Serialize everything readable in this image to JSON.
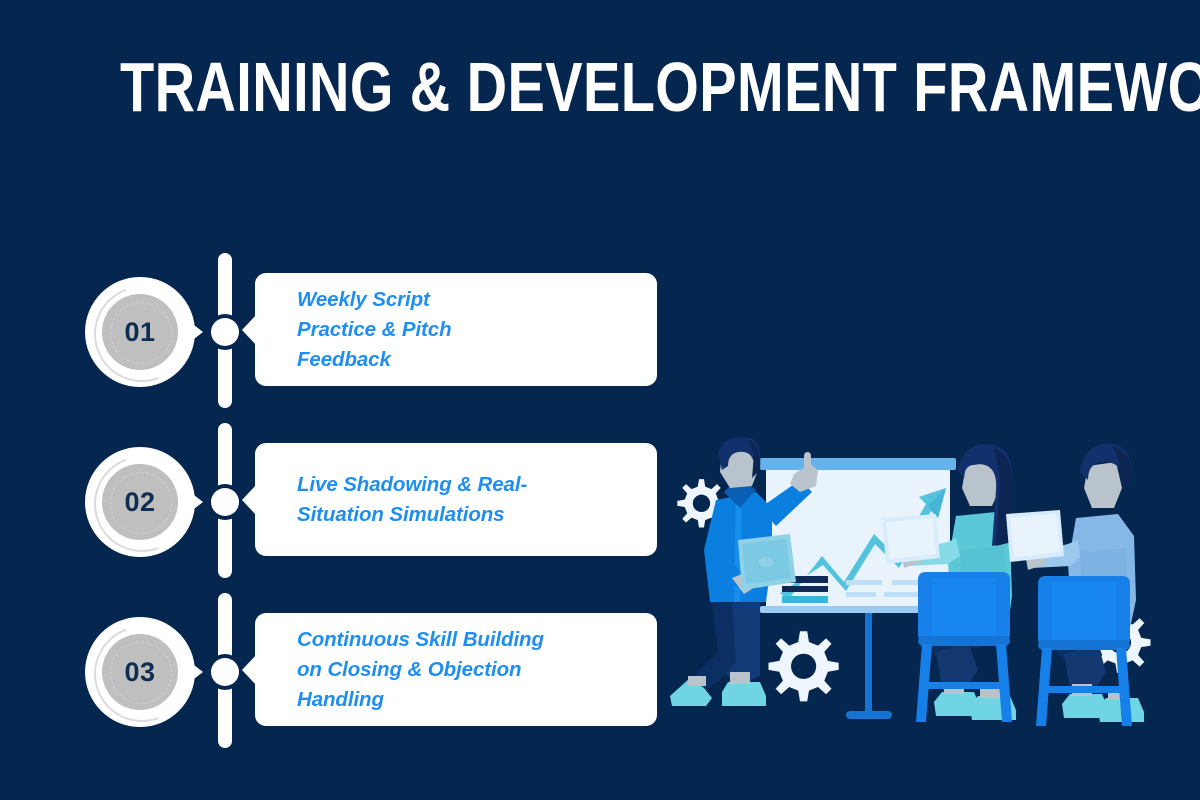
{
  "page": {
    "background_color": "#04264f",
    "title": "TRAINING & DEVELOPMENT FRAMEWORK"
  },
  "theme": {
    "navy_background": "#04264f",
    "card_background": "#ffffff",
    "card_text_blue": "#1f8ef1",
    "badge_gray": "#bfbfbf",
    "badge_number_navy": "#0d2d52",
    "accent_blue": "#0b7fe0",
    "cyan": "#4fc3e0",
    "gear_white": "#eef5fb"
  },
  "timeline": {
    "items": [
      {
        "number": "01",
        "text": "Weekly Script\nPractice & Pitch\nFeedback"
      },
      {
        "number": "02",
        "text": "Live Shadowing & Real-\nSituation Simulations"
      },
      {
        "number": "03",
        "text": "Continuous Skill Building\non Closing & Objection\nHandling"
      }
    ]
  },
  "illustration": {
    "name": "training-presentation-illustration",
    "description": "Presenter with laptop pointing at a whiteboard showing a rising arrow chart, two seated attendees on chairs holding papers, decorative gears",
    "elements": {
      "whiteboard": "rising-arrow-chart",
      "presenter": "standing-person-with-laptop",
      "attendees": "two-seated-people",
      "gears": "three-gear-icons"
    }
  }
}
